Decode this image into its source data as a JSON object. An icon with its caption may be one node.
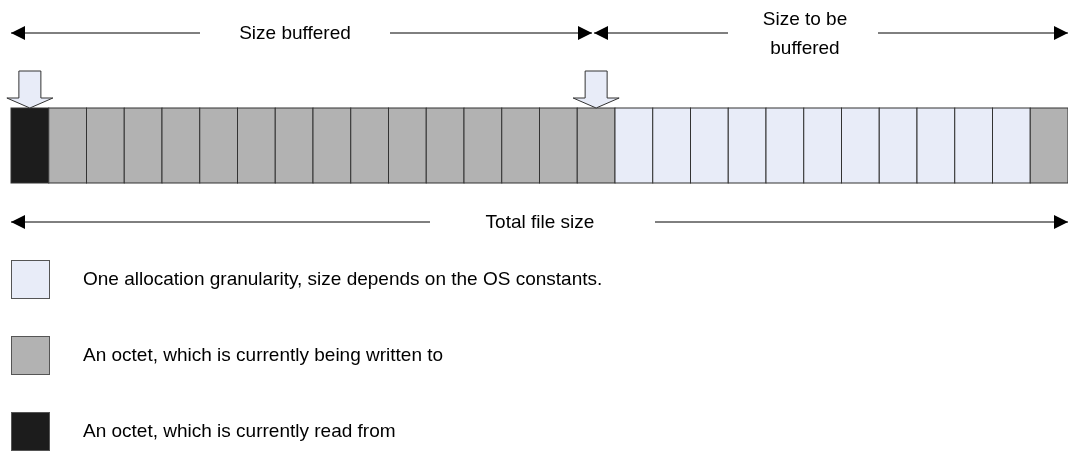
{
  "diagram": {
    "labels": [
      "Size buffered",
      "Size to be buffered",
      "Total file size"
    ],
    "legend": [
      {
        "text": "One allocation granularity, size depends on the OS constants.",
        "color": "#e8ecf8"
      },
      {
        "text": "An octet, which is currently being written to",
        "color": "#b2b2b2"
      },
      {
        "text": "An octet, which is currently read from",
        "color": "#1c1c1c"
      }
    ]
  }
}
